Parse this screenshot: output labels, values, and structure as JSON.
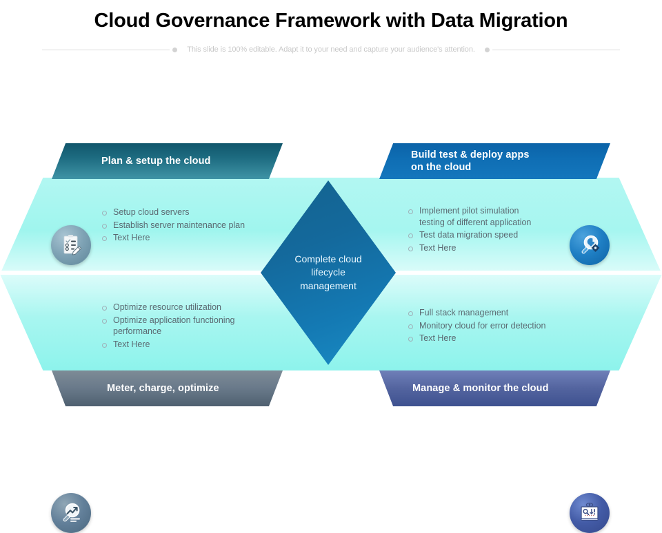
{
  "slide": {
    "title": "Cloud Governance Framework with Data Migration",
    "subtitle": "This slide is 100% editable. Adapt it to your need and capture your audience's attention."
  },
  "center": {
    "label": "Complete cloud\nlifecycle\nmanagement",
    "color": "#14699c"
  },
  "quadrants": [
    {
      "id": "plan-setup",
      "position": "top-left",
      "header": "Plan & setup the cloud",
      "header_color": "#1d6b80",
      "body_color": "#9ff5ee",
      "icon": "clipboard-checklist-pencil-icon",
      "icon_color": "#7fa3b5",
      "bullets": [
        "Setup cloud servers",
        "Establish server maintenance plan",
        "Text Here"
      ]
    },
    {
      "id": "build-test-deploy",
      "position": "top-right",
      "header": "Build test & deploy apps\non the cloud",
      "header_color": "#0f6eb4",
      "body_color": "#a6f6f0",
      "icon": "magnifier-wrench-gear-icon",
      "icon_color": "#1f7fc4",
      "bullets": [
        "Implement pilot simulation\ntesting of different application",
        "Test data migration speed",
        "Text Here"
      ]
    },
    {
      "id": "meter-charge-optimize",
      "position": "bottom-left",
      "header": "Meter, charge, optimize",
      "header_color": "#69798a",
      "body_color": "#a8f6f0",
      "icon": "magnifier-chart-analytics-icon",
      "icon_color": "#63809a",
      "bullets": [
        "Optimize resource utilization",
        "Optimize application functioning\nperformance",
        "Text Here"
      ]
    },
    {
      "id": "manage-monitor",
      "position": "bottom-right",
      "header": "Manage & monitor the cloud",
      "header_color": "#53649f",
      "body_color": "#a8f6f0",
      "icon": "monitor-dashboard-magnifier-icon",
      "icon_color": "#435ba6",
      "bullets": [
        "Full stack management",
        "Monitory cloud for error detection",
        "Text Here"
      ]
    }
  ]
}
